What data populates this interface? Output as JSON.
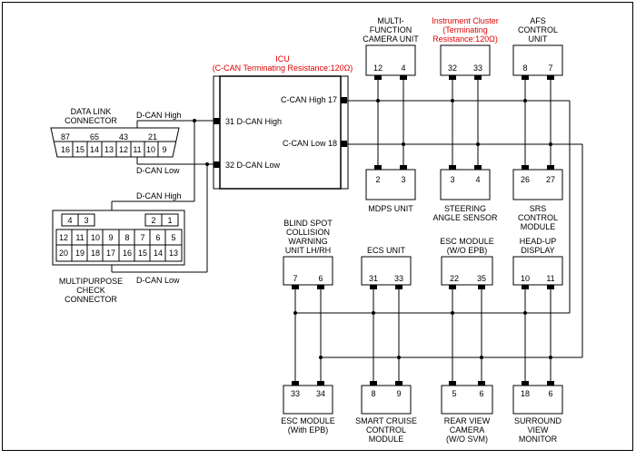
{
  "icu": {
    "title": "ICU",
    "subtitle": "(C-CAN Terminating Resistance:120Ω)",
    "pins": {
      "can_high_17": "C-CAN High 17",
      "can_low_18": "C-CAN Low 18",
      "dcan_high_31": "31 D-CAN High",
      "dcan_low_32": "32 D-CAN Low"
    }
  },
  "dlc": {
    "title": [
      "DATA LINK",
      "CONNECTOR"
    ],
    "top_pins": [
      "87",
      "65",
      "43",
      "21"
    ],
    "bottom_pins": [
      "16",
      "15",
      "14",
      "13",
      "12",
      "11",
      "10",
      "9"
    ],
    "dcan_high": "D-CAN High",
    "dcan_low": "D-CAN Low"
  },
  "mpcc": {
    "title": [
      "MULTIPURPOSE",
      "CHECK",
      "CONNECTOR"
    ],
    "row0": [
      "4",
      "3",
      "2",
      "1"
    ],
    "row1": [
      "12",
      "11",
      "10",
      "9",
      "8",
      "7",
      "6",
      "5"
    ],
    "row2": [
      "20",
      "19",
      "18",
      "17",
      "16",
      "15",
      "14",
      "13"
    ],
    "dcan_high": "D-CAN High",
    "dcan_low": "D-CAN Low"
  },
  "modules": {
    "mfc": {
      "label": [
        "MULTI-",
        "FUNCTION",
        "CAMERA UNIT"
      ],
      "pins": [
        "12",
        "4"
      ]
    },
    "cluster": {
      "label": [
        "Instrument Cluster",
        "(Terminating",
        "Resistance:120Ω)"
      ],
      "pins": [
        "32",
        "33"
      ]
    },
    "afs": {
      "label": [
        "AFS",
        "CONTROL",
        "UNIT"
      ],
      "pins": [
        "8",
        "7"
      ]
    },
    "mdps": {
      "label": [
        "MDPS UNIT"
      ],
      "pins": [
        "2",
        "3"
      ]
    },
    "steering": {
      "label": [
        "STEERING",
        "ANGLE SENSOR"
      ],
      "pins": [
        "3",
        "4"
      ]
    },
    "srs": {
      "label": [
        "SRS",
        "CONTROL",
        "MODULE"
      ],
      "pins": [
        "26",
        "27"
      ]
    },
    "bsw": {
      "label": [
        "BLIND SPOT",
        "COLLISION",
        "WARNING",
        "UNIT LH/RH"
      ],
      "pins": [
        "7",
        "6"
      ]
    },
    "ecs": {
      "label": [
        "ECS UNIT"
      ],
      "pins": [
        "31",
        "33"
      ]
    },
    "esc_woepb": {
      "label": [
        "ESC MODULE",
        "(W/O EPB)"
      ],
      "pins": [
        "22",
        "35"
      ]
    },
    "hud": {
      "label": [
        "HEAD-UP",
        "DISPLAY"
      ],
      "pins": [
        "10",
        "11"
      ]
    },
    "esc_epb": {
      "label": [
        "ESC MODULE",
        "(With EPB)"
      ],
      "pins": [
        "33",
        "34"
      ]
    },
    "scc": {
      "label": [
        "SMART CRUISE",
        "CONTROL",
        "MODULE"
      ],
      "pins": [
        "8",
        "9"
      ]
    },
    "rvc": {
      "label": [
        "REAR VIEW",
        "CAMERA",
        "(W/O SVM)"
      ],
      "pins": [
        "5",
        "6"
      ]
    },
    "svm": {
      "label": [
        "SURROUND",
        "VIEW",
        "MONITOR"
      ],
      "pins": [
        "18",
        "6"
      ]
    }
  }
}
